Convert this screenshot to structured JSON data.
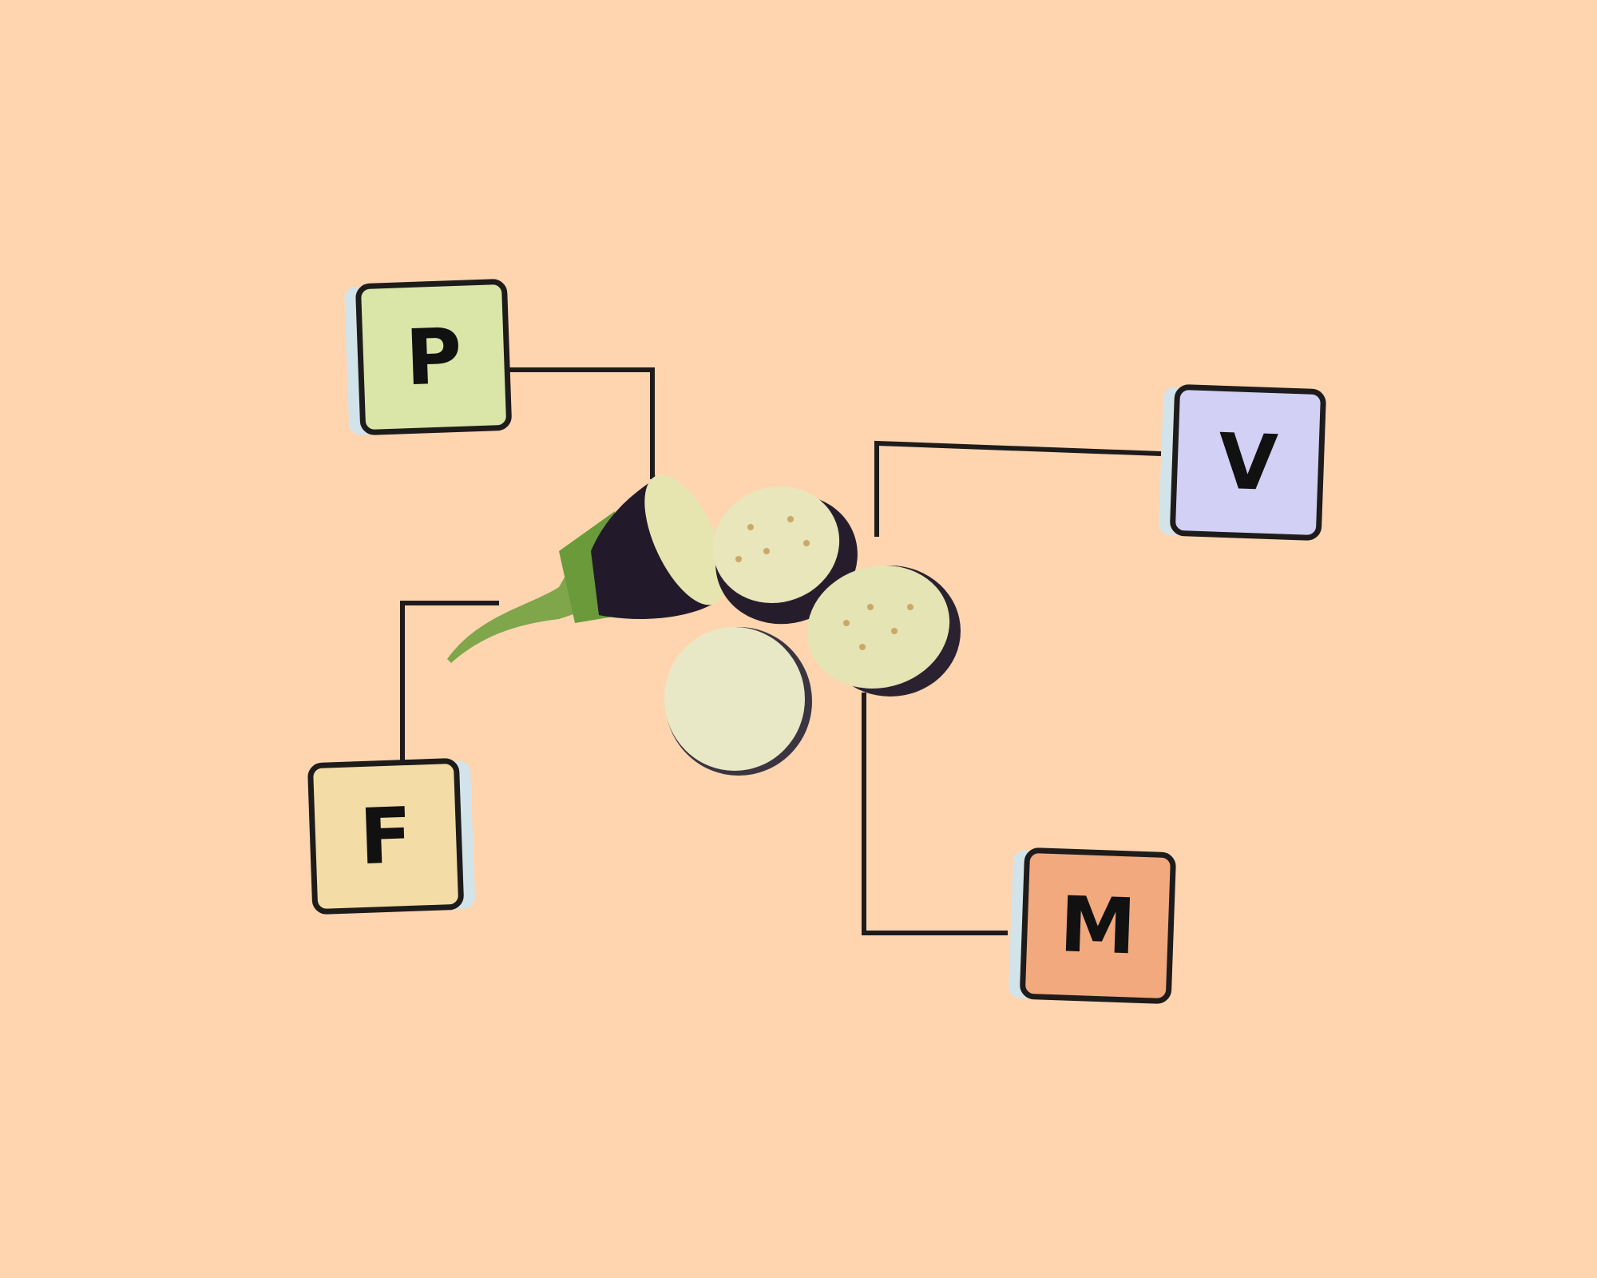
{
  "center_image": "eggplant",
  "nodes": [
    {
      "id": "p",
      "label": "P",
      "color": "#D9E6A8"
    },
    {
      "id": "v",
      "label": "V",
      "color": "#D2D0F5"
    },
    {
      "id": "f",
      "label": "F",
      "color": "#F4DCA6"
    },
    {
      "id": "m",
      "label": "M",
      "color": "#F2A97E"
    }
  ]
}
